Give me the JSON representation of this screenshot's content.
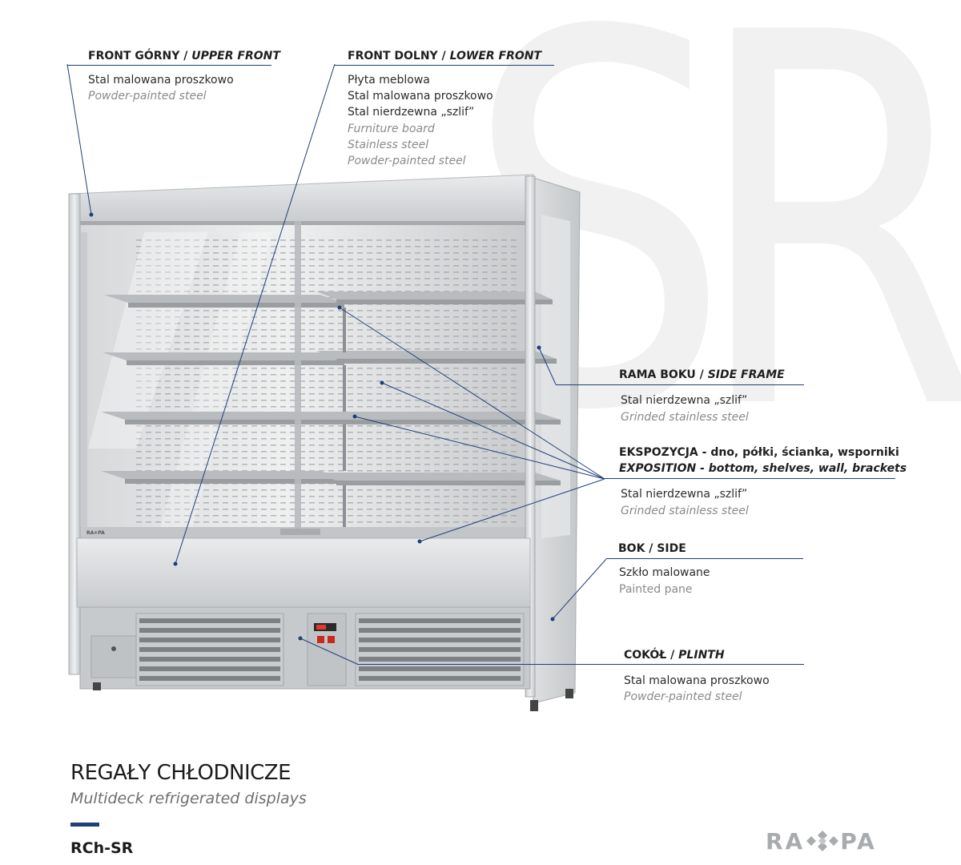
{
  "watermark": "SR",
  "callouts": [
    {
      "id": "upper-front",
      "title_pl": "FRONT GÓRNY",
      "title_en": "UPPER FRONT",
      "materials_pl": [
        "Stal malowana proszkowo"
      ],
      "materials_en": [
        "Powder-painted steel"
      ]
    },
    {
      "id": "lower-front",
      "title_pl": "FRONT DOLNY",
      "title_en": "LOWER FRONT",
      "materials_pl": [
        "Płyta meblowa",
        "Stal malowana proszkowo",
        "Stal nierdzewna „szlif”"
      ],
      "materials_en": [
        "Furniture board",
        "Stainless steel",
        "Powder-painted steel"
      ]
    },
    {
      "id": "side-frame",
      "title_pl": "RAMA BOKU",
      "title_en": "SIDE FRAME",
      "materials_pl": [
        "Stal nierdzewna „szlif”"
      ],
      "materials_en": [
        "Grinded stainless steel"
      ]
    },
    {
      "id": "exposition",
      "title_pl": "EKSPOZYCJA - dno, półki, ścianka, wsporniki",
      "title_en": "EXPOSITION - bottom, shelves, wall, brackets",
      "materials_pl": [
        "Stal nierdzewna „szlif”"
      ],
      "materials_en": [
        "Grinded stainless steel"
      ]
    },
    {
      "id": "side",
      "title_pl": "BOK / SIDE",
      "title_en": "",
      "materials_pl": [
        "Szkło malowane"
      ],
      "materials_en": [
        "Painted pane"
      ]
    },
    {
      "id": "plinth",
      "title_pl": "COKÓŁ",
      "title_en": "PLINTH",
      "materials_pl": [
        "Stal malowana proszkowo"
      ],
      "materials_en": [
        "Powder-painted steel"
      ]
    }
  ],
  "footer": {
    "title": "REGAŁY CHŁODNICZE",
    "subtitle": "Multideck refrigerated displays",
    "model": "RCh-SR",
    "logo_left": "RA",
    "logo_right": "PA",
    "logo_icon": "snowflake-icon"
  },
  "product_logo": "RA❄PA",
  "colors": {
    "accent": "#1f3f78",
    "text": "#1f1f1f",
    "muted": "#8a8a8a",
    "logo": "#a9acae"
  }
}
